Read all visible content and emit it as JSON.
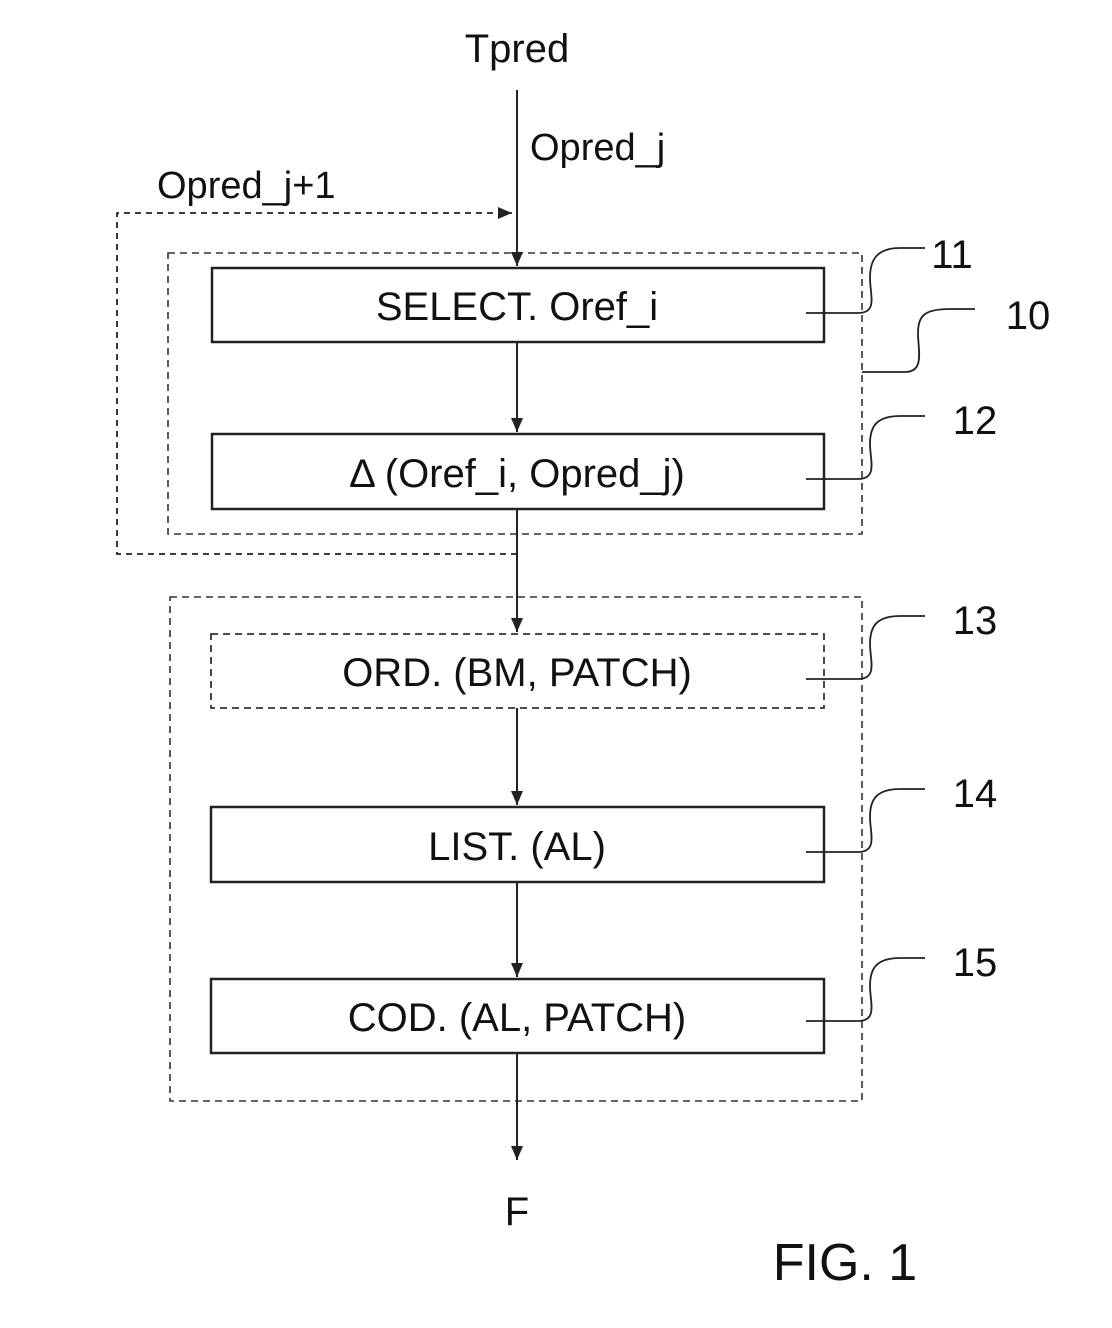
{
  "input_label": "Tpred",
  "output_label": "F",
  "flow_label_in": "Opred_j",
  "flow_label_feedback": "Opred_j+1",
  "figure_label": "FIG. 1",
  "groups": [
    {
      "ref": "10"
    }
  ],
  "steps": [
    {
      "ref": "11",
      "label": "SELECT. Oref_i",
      "style": "solid"
    },
    {
      "ref": "12",
      "label": "Δ (Oref_i, Opred_j)",
      "style": "solid"
    },
    {
      "ref": "13",
      "label": "ORD. (BM, PATCH)",
      "style": "dashed"
    },
    {
      "ref": "14",
      "label": "LIST. (AL)",
      "style": "solid"
    },
    {
      "ref": "15",
      "label": "COD. (AL, PATCH)",
      "style": "solid"
    }
  ]
}
